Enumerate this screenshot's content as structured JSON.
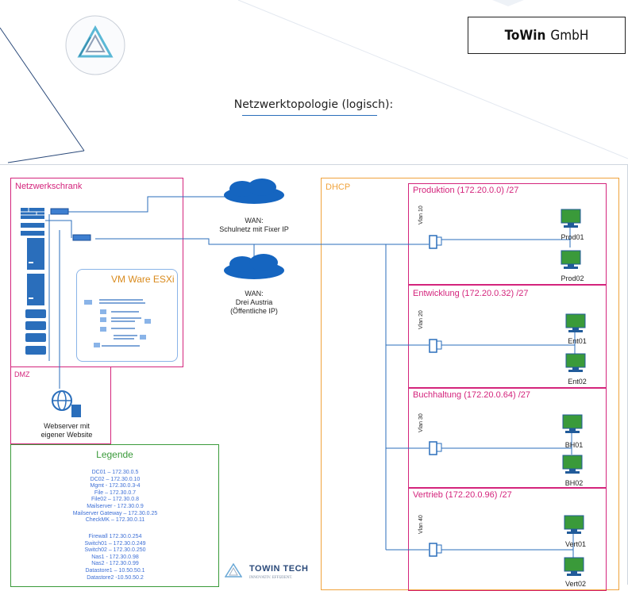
{
  "header": {
    "company_bold": "ToWin",
    "company_rest": "GmbH",
    "heading": "Netzwerktopologie (logisch):"
  },
  "zones": {
    "netzwerkschrank": "Netzwerkschrank",
    "dmz": "DMZ",
    "dhcp": "DHCP",
    "vmware": "VM Ware ESXi"
  },
  "wan": {
    "schulnetz_title": "WAN:",
    "schulnetz_desc": "Schulnetz mit Fixer IP",
    "drei_title": "WAN:",
    "drei_desc1": "Drei Austria",
    "drei_desc2": "(Öffentliche IP)"
  },
  "webserver": {
    "line1": "Webserver mit",
    "line2": "eigener Website"
  },
  "vlans": [
    {
      "title": "Produktion (172.20.0.0) /27",
      "vlan": "Vlan 10",
      "pc1": "Prod01",
      "pc2": "Prod02"
    },
    {
      "title": "Entwicklung (172.20.0.32) /27",
      "vlan": "Vlan 20",
      "pc1": "Ent01",
      "pc2": "Ent02"
    },
    {
      "title": "Buchhaltung (172.20.0.64) /27",
      "vlan": "Vlan 30",
      "pc1": "BH01",
      "pc2": "BH02"
    },
    {
      "title": "Vertrieb (172.20.0.96) /27",
      "vlan": "Vlan 40",
      "pc1": "Vert01",
      "pc2": "Vert02"
    }
  ],
  "legend": {
    "title": "Legende",
    "servers": [
      "DC01 – 172.30.0.5",
      "DC02 – 172.30.0.10",
      "Mgmt - 172.30.0.3-4",
      "File – 172.30.0.7",
      "File02 – 172.30.0.8",
      "Mailserver - 172.30.0.9",
      "Mailserver Gateway – 172.30.0.25",
      "CheckMK – 172.30.0.11"
    ],
    "network": [
      "Firewall 172.30.0.254",
      "Switch01 – 172.30.0.249",
      "Switch02 – 172.30.0.250",
      "Nas1 - 172.30.0.98",
      "Nas2 - 172.30.0.99",
      "Datastore1 – 10.50.50.1",
      "Datastore2 -10.50.50.2"
    ]
  },
  "towin_tech": {
    "name": "TOWIN TECH",
    "slogan": "INNOVATIV. EFFIZIENT."
  },
  "colors": {
    "magenta": "#d4247c",
    "orange": "#f0a33c",
    "green": "#3a9a3a",
    "blue_line": "#2a6ebb",
    "legend_text": "#3d6fd6",
    "vm_orange": "#d98a1c"
  }
}
